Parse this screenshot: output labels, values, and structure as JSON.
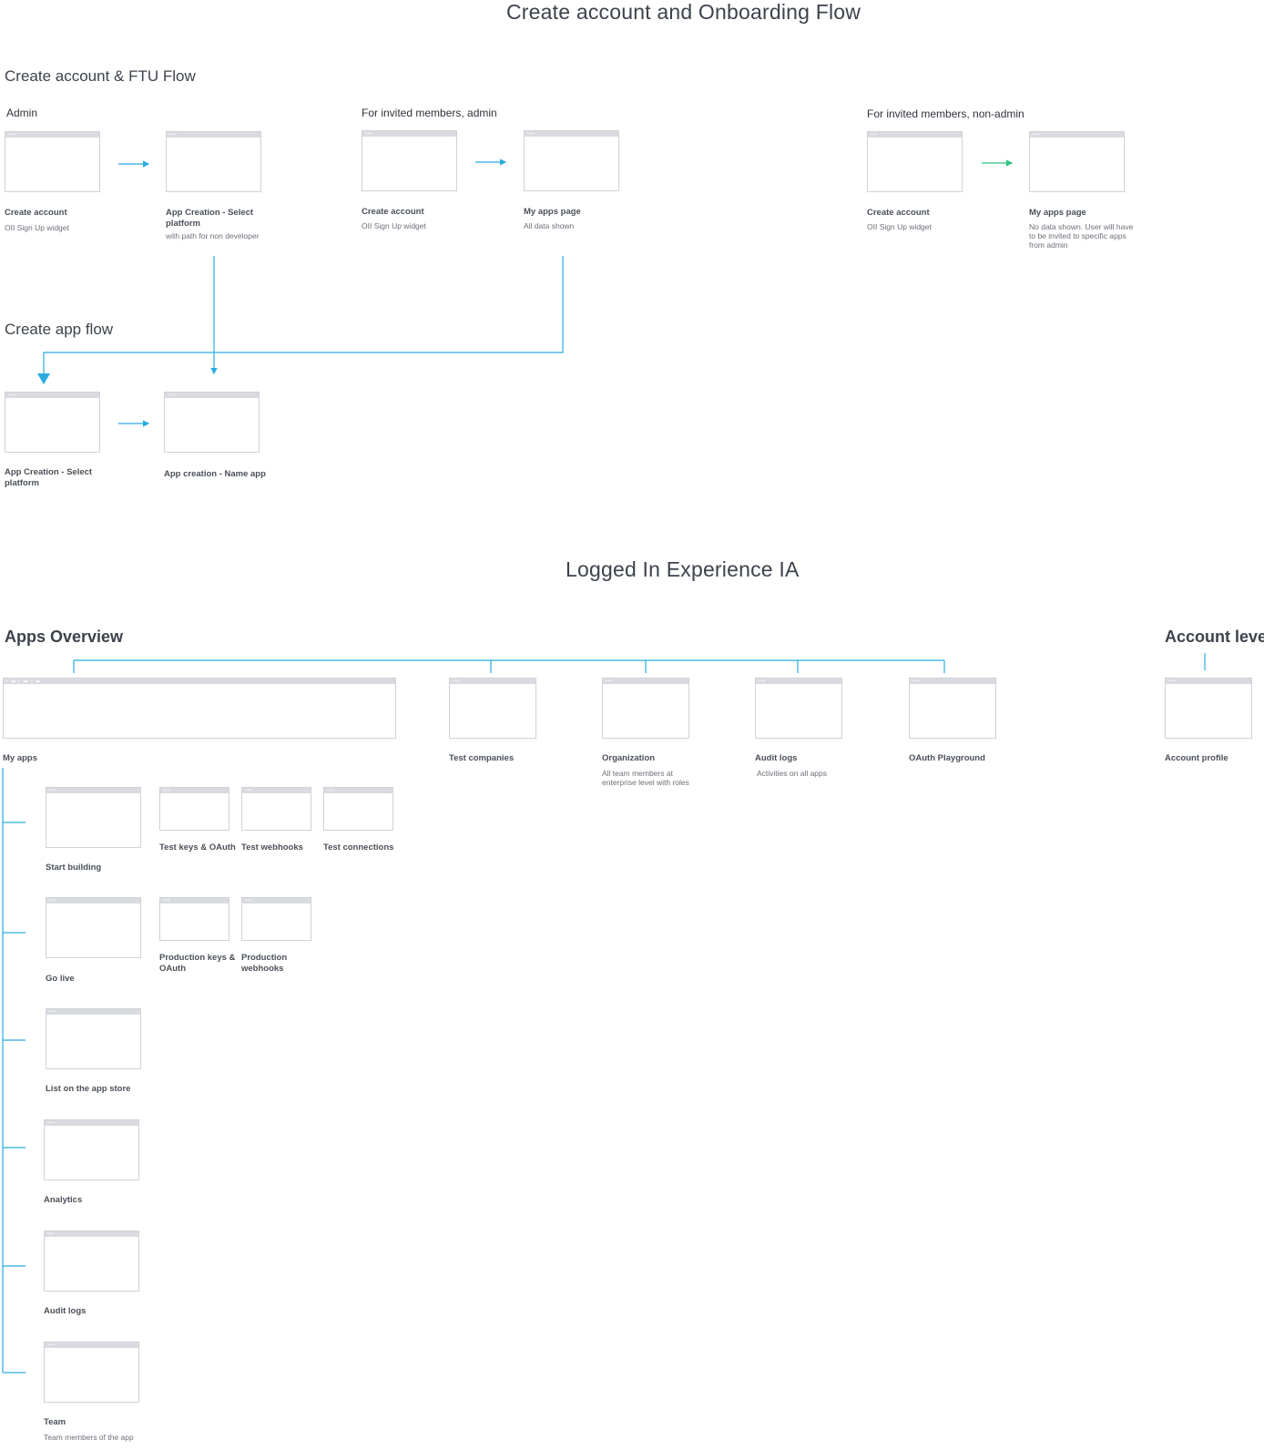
{
  "titles": {
    "main": "Create account and Onboarding Flow",
    "logged_in": "Logged In Experience IA"
  },
  "ftu": {
    "heading": "Create account & FTU Flow",
    "admin": {
      "title": "Admin",
      "step1": {
        "label": "Create account",
        "sub": "OII Sign Up widget"
      },
      "step2": {
        "label": "App Creation - Select platform",
        "sub": "with path for non developer"
      }
    },
    "invited_admin": {
      "title": "For invited members, admin",
      "step1": {
        "label": "Create account",
        "sub": "OII Sign Up widget"
      },
      "step2": {
        "label": "My apps page",
        "sub": "All data shown"
      }
    },
    "invited_non_admin": {
      "title": "For invited members, non-admin",
      "step1": {
        "label": "Create account",
        "sub": "OII Sign Up widget"
      },
      "step2": {
        "label": "My apps page",
        "sub": "No data shown. User will have to be invited to specific apps from admin"
      }
    }
  },
  "create_app": {
    "heading": "Create app flow",
    "step1": {
      "label": "App Creation - Select platform"
    },
    "step2": {
      "label": "App creation - Name app"
    }
  },
  "ia": {
    "apps_overview": "Apps Overview",
    "account_level": "Account level",
    "my_apps": "My apps",
    "test_companies": "Test companies",
    "organization": {
      "label": "Organization",
      "sub": "All team members at enterprise level with roles"
    },
    "audit_logs": {
      "label": "Audit logs",
      "sub": "Activities on all apps"
    },
    "oauth_playground": "OAuth Playground",
    "account_profile": "Account profile",
    "start_building": "Start building",
    "test_keys": "Test keys & OAuth",
    "test_webhooks": "Test webhooks",
    "test_connections": "Test connections",
    "go_live": "Go live",
    "prod_keys": "Production keys & OAuth",
    "prod_webhooks": "Production webhooks",
    "list_app_store": "List on the app store",
    "analytics": "Analytics",
    "app_audit_logs": "Audit logs",
    "team": {
      "label": "Team",
      "sub": "Team members of the app"
    }
  },
  "colors": {
    "arrow_blue": "#29abe2",
    "arrow_green": "#2ec27e",
    "frame_border": "#cfd2d7",
    "frame_bar": "#d9dbe0"
  }
}
